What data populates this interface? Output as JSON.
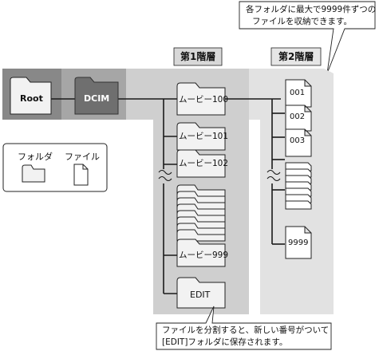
{
  "callout_top": {
    "line1": "各フォルダに最大で9999件ずつの",
    "line2": "ファイルを収納できます。"
  },
  "tier_labels": {
    "first": "第1階層",
    "second": "第2階層"
  },
  "folders": {
    "root": "Root",
    "dcim": "DCIM",
    "movie_100": "ムービー100",
    "movie_101": "ムービー101",
    "movie_102": "ムービー102",
    "movie_999": "ムービー999",
    "edit": "EDIT"
  },
  "files": [
    "001",
    "002",
    "003",
    "9999"
  ],
  "legend": {
    "folder_label": "フォルダ",
    "file_label": "ファイル"
  },
  "callout_bottom": {
    "line1": "ファイルを分割すると、新しい番号がついて",
    "line2": "[EDIT]フォルダに保存されます。"
  },
  "colors": {
    "root_bg": "#888888",
    "dcim_bg": "#a6a6a6",
    "tier1_bg": "#cfcfcf",
    "tier2_bg": "#e2e2e2",
    "folder_fill": "#f2f2f2",
    "line": "#1a1a1a"
  }
}
